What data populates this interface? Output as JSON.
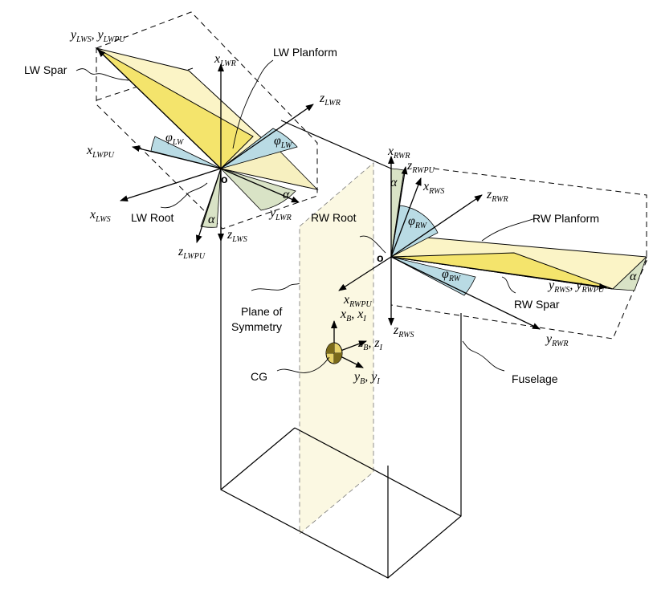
{
  "labels": {
    "lw_spar": "LW Spar",
    "lw_planform": "LW Planform",
    "lw_root": "LW Root",
    "rw_root": "RW Root",
    "rw_planform": "RW Planform",
    "rw_spar": "RW Spar",
    "plane_of_symmetry_1": "Plane of",
    "plane_of_symmetry_2": "Symmetry",
    "cg": "CG",
    "fuselage": "Fuselage",
    "origin_left": "o",
    "origin_right": "o"
  },
  "symbols": {
    "y_lws_main": "y",
    "y_lws_sub": "LWS",
    "y_lwpu_main": "y",
    "y_lwpu_sub": "LWPU",
    "comma1": ", ",
    "x_lwr_main": "x",
    "x_lwr_sub": "LWR",
    "z_lwr_main": "z",
    "z_lwr_sub": "LWR",
    "x_lwpu_main": "x",
    "x_lwpu_sub": "LWPU",
    "x_lws_main": "x",
    "x_lws_sub": "LWS",
    "z_lws_main": "z",
    "z_lws_sub": "LWS",
    "z_lwpu_main": "z",
    "z_lwpu_sub": "LWPU",
    "y_lwr_main": "y",
    "y_lwr_sub": "LWR",
    "phi_lw_1_main": "φ",
    "phi_lw_1_sub": "LW",
    "phi_lw_2_main": "φ",
    "phi_lw_2_sub": "LW",
    "alpha_1": "α",
    "alpha_2": "α",
    "alpha_3": "α",
    "alpha_4": "α",
    "x_rwr_main": "x",
    "x_rwr_sub": "RWR",
    "z_rwpu_main": "z",
    "z_rwpu_sub": "RWPU",
    "x_rws_main": "x",
    "x_rws_sub": "RWS",
    "z_rwr_main": "z",
    "z_rwr_sub": "RWR",
    "phi_rw_1_main": "φ",
    "phi_rw_1_sub": "RW",
    "phi_rw_2_main": "φ",
    "phi_rw_2_sub": "RW",
    "x_rwpu_main": "x",
    "x_rwpu_sub": "RWPU",
    "z_rws_main": "z",
    "z_rws_sub": "RWS",
    "y_rws_main": "y",
    "y_rws_sub": "RWS",
    "y_rwpu_main": "y",
    "y_rwpu_sub": "RWPU",
    "comma2": ", ",
    "y_rwr_main": "y",
    "y_rwr_sub": "RWR",
    "xb_main": "x",
    "xb_sub": "B",
    "xi_main": "x",
    "xi_sub": "I",
    "comma3": ", ",
    "zb_main": "z",
    "zb_sub": "B",
    "zi_main": "z",
    "zi_sub": "I",
    "comma4": ", ",
    "yb_main": "y",
    "yb_sub": "B",
    "yi_main": "y",
    "yi_sub": "I",
    "comma5": ", "
  },
  "colors": {
    "wing_light": "#fbf4c6",
    "wing_dark": "#f4e46c",
    "phi_fill": "#b9dbe4",
    "alpha_fill": "#d9e3c6",
    "symmetry_plane": "#fbf8e2",
    "cg_fill": "#e7d36a"
  }
}
